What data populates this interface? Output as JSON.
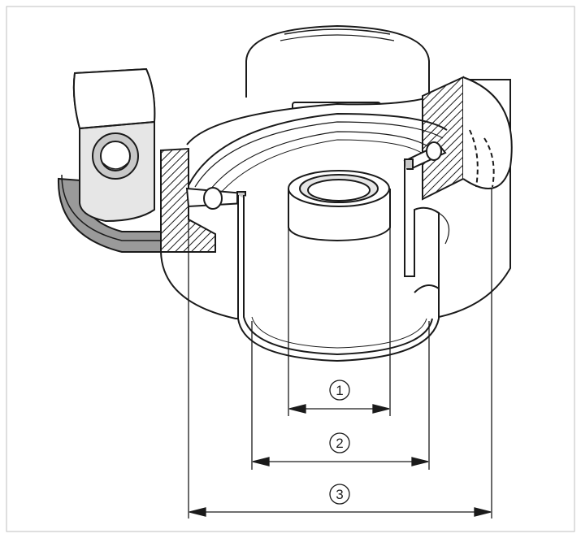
{
  "callouts": [
    {
      "id": "1",
      "label": "1"
    },
    {
      "id": "2",
      "label": "2"
    },
    {
      "id": "3",
      "label": "3"
    }
  ],
  "colors": {
    "line": "#1a1a1a",
    "shade_dark": "#9a9a9a",
    "shade_mid": "#c8c8c8",
    "shade_light": "#e6e6e6",
    "background": "#ffffff",
    "border": "#bfbfbf"
  }
}
